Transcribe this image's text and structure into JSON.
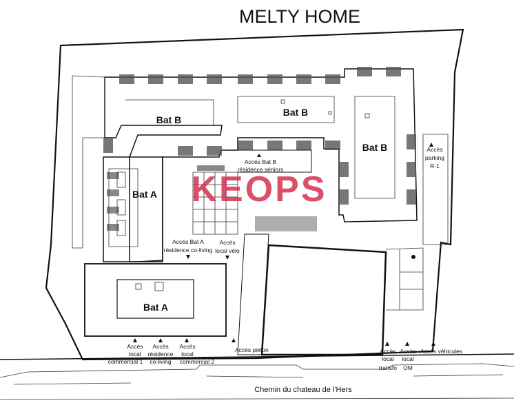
{
  "title": "MELTY HOME",
  "watermark": "KEOPS",
  "buildings": {
    "bat_b_left": "Bat B",
    "bat_b_mid": "Bat B",
    "bat_b_right": "Bat B",
    "bat_a_upper": "Bat A",
    "bat_a_lower": "Bat A"
  },
  "inner_access": {
    "bat_b": [
      "Accès Bat B",
      "résidence séniors"
    ],
    "bat_a": [
      "Accès Bat A",
      "résidence co-living"
    ],
    "velo": [
      "Accès",
      "local vélo"
    ],
    "parking": [
      "Accès",
      "parking",
      "R-1"
    ]
  },
  "street_access": {
    "commercial1": [
      "Accès",
      "local",
      "commercial 1"
    ],
    "coliving": [
      "Accès",
      "résidence",
      "co-living"
    ],
    "commercial2": [
      "Accès",
      "local",
      "commercial 2"
    ],
    "pieton": [
      "Accès piéton"
    ],
    "transfo": [
      "Accès",
      "local",
      "transfo"
    ],
    "om": [
      "Accès",
      "local",
      "OM"
    ],
    "vehicules": [
      "Accès véhicules"
    ]
  },
  "road": "Chemin du chateau de l'Hers"
}
